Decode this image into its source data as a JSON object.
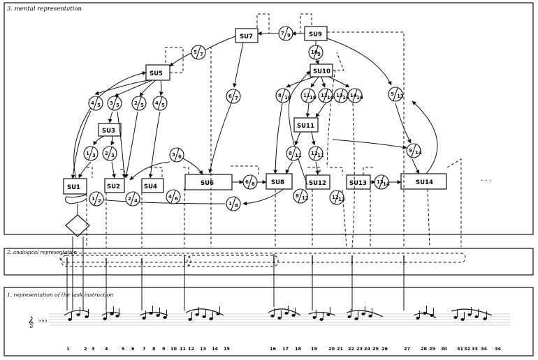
{
  "panels": {
    "mental": "3. mental representation",
    "analogical": "2. analogical representation",
    "task": "1. representation of the task instruction"
  },
  "ellipsis": "· · ·",
  "su_boxes": [
    {
      "id": "SU1",
      "label": "SU1"
    },
    {
      "id": "SU2",
      "label": "SU2"
    },
    {
      "id": "SU3",
      "label": "SU3"
    },
    {
      "id": "SU4",
      "label": "SU4"
    },
    {
      "id": "SU5",
      "label": "SU5"
    },
    {
      "id": "SU6",
      "label": "SU6"
    },
    {
      "id": "SU7",
      "label": "SU7"
    },
    {
      "id": "SU8",
      "label": "SU8"
    },
    {
      "id": "SU9",
      "label": "SU9"
    },
    {
      "id": "SU10",
      "label": "SU10"
    },
    {
      "id": "SU11",
      "label": "SU11"
    },
    {
      "id": "SU12",
      "label": "SU12"
    },
    {
      "id": "SU13",
      "label": "SU13"
    },
    {
      "id": "SU14",
      "label": "SU14"
    }
  ],
  "circle_nodes": [
    {
      "id": "n57",
      "top": "5",
      "bottom": "7"
    },
    {
      "id": "n79",
      "top": "7",
      "bottom": "9"
    },
    {
      "id": "n109",
      "top": "10",
      "bottom": "9"
    },
    {
      "id": "n45a",
      "top": "4",
      "bottom": "5"
    },
    {
      "id": "n35a",
      "top": "3",
      "bottom": "5"
    },
    {
      "id": "n25",
      "top": "2",
      "bottom": "5"
    },
    {
      "id": "n45b",
      "top": "4",
      "bottom": "5"
    },
    {
      "id": "n67",
      "top": "6",
      "bottom": "7"
    },
    {
      "id": "n810",
      "top": "8",
      "bottom": "10"
    },
    {
      "id": "n1110",
      "top": "11",
      "bottom": "10"
    },
    {
      "id": "n1210",
      "top": "12",
      "bottom": "10"
    },
    {
      "id": "n1310",
      "top": "13",
      "bottom": "10"
    },
    {
      "id": "n1410",
      "top": "14",
      "bottom": "10"
    },
    {
      "id": "n913",
      "top": "9",
      "bottom": "13"
    },
    {
      "id": "n13",
      "top": "1",
      "bottom": "3"
    },
    {
      "id": "n23",
      "top": "2",
      "bottom": "3"
    },
    {
      "id": "n36",
      "top": "3",
      "bottom": "6"
    },
    {
      "id": "n811",
      "top": "8",
      "bottom": "11"
    },
    {
      "id": "n1211",
      "top": "12",
      "bottom": "11"
    },
    {
      "id": "n914",
      "top": "9",
      "bottom": "14"
    },
    {
      "id": "n12",
      "top": "1",
      "bottom": "2"
    },
    {
      "id": "n24",
      "top": "2",
      "bottom": "4"
    },
    {
      "id": "n46",
      "top": "4",
      "bottom": "6"
    },
    {
      "id": "n68",
      "top": "6",
      "bottom": "8"
    },
    {
      "id": "n812",
      "top": "8",
      "bottom": "12"
    },
    {
      "id": "n1213",
      "top": "12",
      "bottom": "13"
    },
    {
      "id": "n1314",
      "top": "13",
      "bottom": "14"
    },
    {
      "id": "n18",
      "top": "1",
      "bottom": "8"
    }
  ],
  "ticks": [
    "1",
    "2",
    "3",
    "4",
    "5",
    "6",
    "7",
    "8",
    "9",
    "10",
    "11",
    "12",
    "13",
    "14",
    "15",
    "16",
    "17",
    "18",
    "19",
    "20",
    "21",
    "22",
    "23",
    "24",
    "25",
    "26",
    "27",
    "28",
    "29",
    "30",
    "31",
    "32",
    "33",
    "34",
    "34"
  ]
}
